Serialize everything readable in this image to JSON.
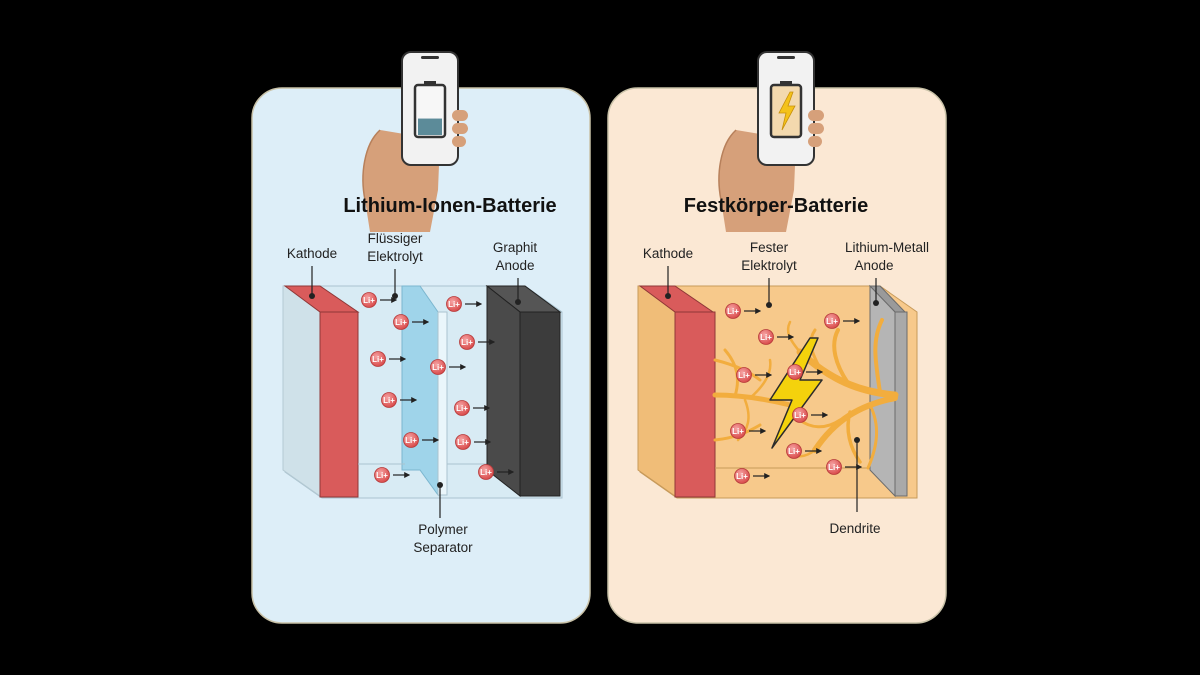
{
  "left_panel": {
    "title": "Lithium-Ionen-Batterie",
    "labels": {
      "cathode": "Kathode",
      "electrolyte_1": "Flüssiger",
      "electrolyte_2": "Elektrolyt",
      "anode_1": "Graphit",
      "anode_2": "Anode",
      "separator_1": "Polymer",
      "separator_2": "Separator"
    },
    "battery_level": 0.35
  },
  "right_panel": {
    "title": "Festkörper-Batterie",
    "labels": {
      "cathode": "Kathode",
      "electrolyte_1": "Fester",
      "electrolyte_2": "Elektrolyt",
      "anode_1": "Lithium-Metall",
      "anode_2": "Anode",
      "dendrite": "Dendrite"
    }
  },
  "ion_label": "Li+",
  "colors": {
    "left_bg": "#ddeef8",
    "right_bg": "#fbe8d4",
    "cathode": "#d95b5b",
    "graphite": "#3c3c3c",
    "separator": "#9fd4ea",
    "solid_electrolyte": "#f7c98b",
    "dendrite": "#f2ad3e",
    "lightning": "#f4d20c"
  },
  "icons": [
    "phone-icon",
    "battery-icon",
    "lightning-icon",
    "hand-icon"
  ]
}
